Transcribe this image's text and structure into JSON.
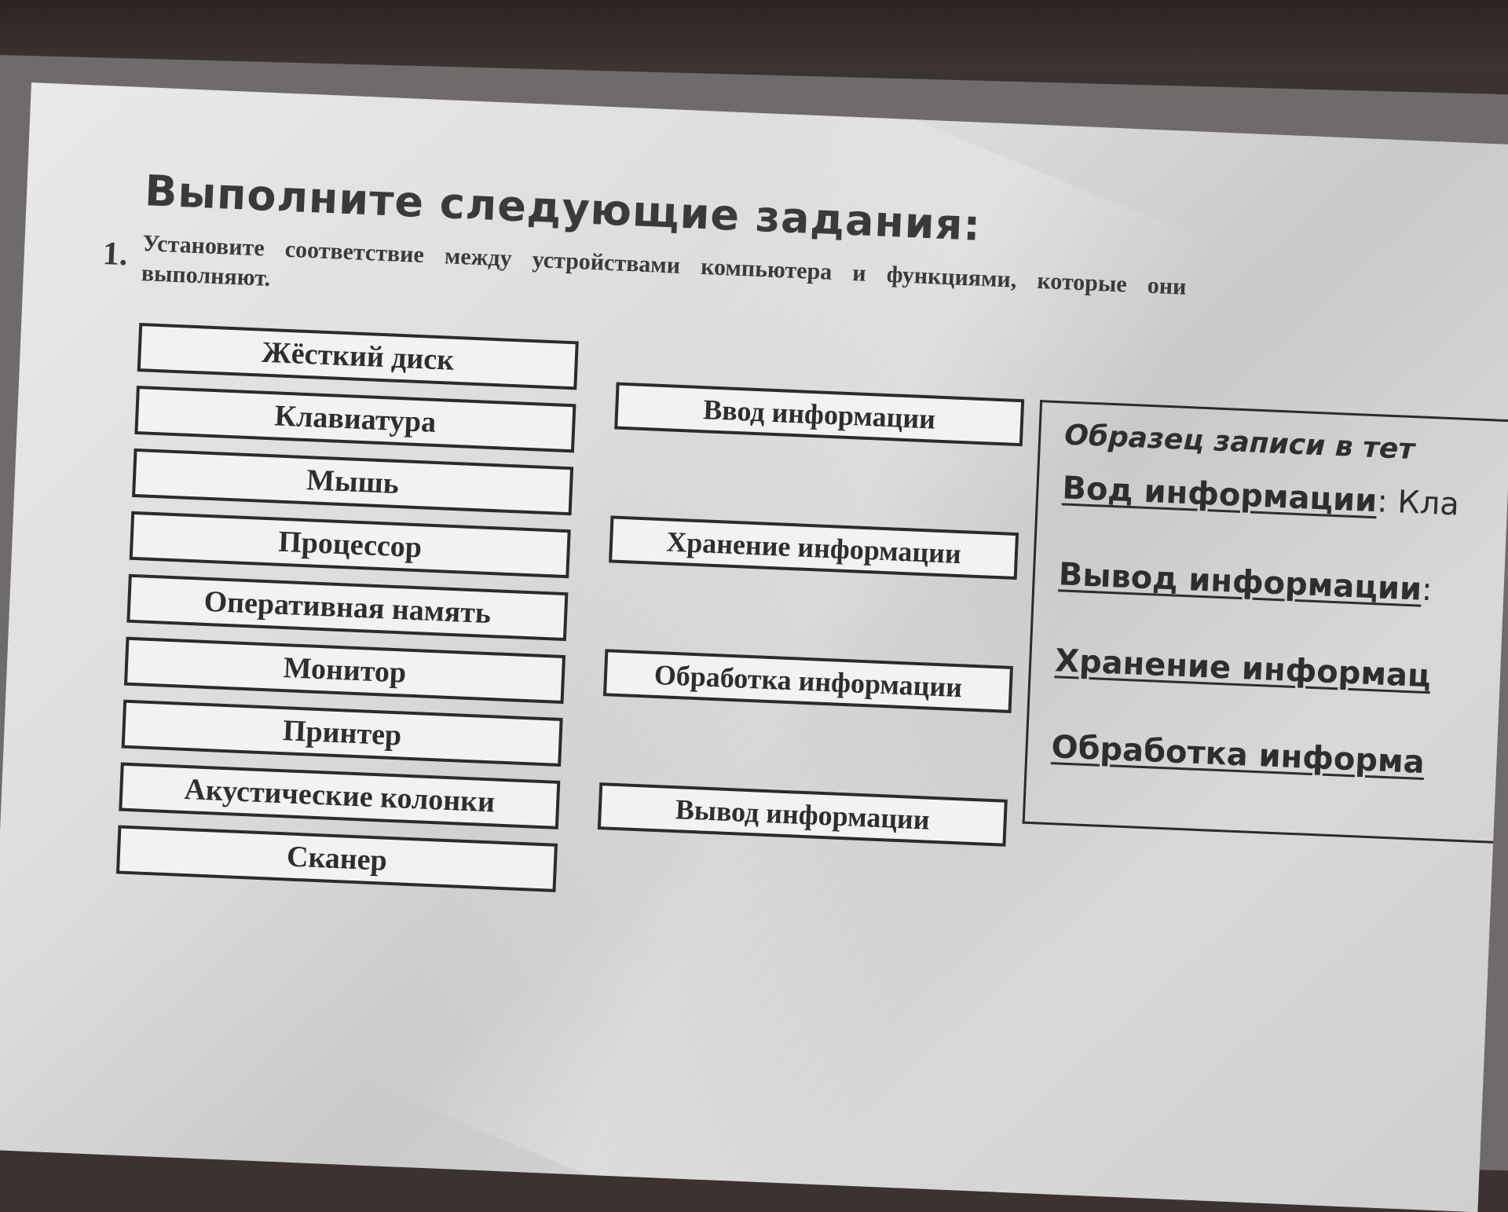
{
  "heading": "Выполните следующие задания:",
  "task": {
    "number": "1.",
    "text": "Установите соответствие между устройствами компьютера и функциями, которые они выполняют."
  },
  "devices": [
    "Жёсткий диск",
    "Клавиатура",
    "Мышь",
    "Процессор",
    "Оперативная намять",
    "Монитор",
    "Принтер",
    "Акустические колонки",
    "Сканер"
  ],
  "functions": [
    "Ввод информации",
    "Хранение информации",
    "Обработка информации",
    "Вывод информации"
  ],
  "sample": {
    "title": "Образец записи в тет",
    "lines": [
      {
        "label": "Вод информации",
        "rest": ": Кла"
      },
      {
        "label": "Вывод информации",
        "rest": ":"
      },
      {
        "label": "Хранение информац",
        "rest": ""
      },
      {
        "label": "Обработка информа",
        "rest": ""
      }
    ]
  }
}
